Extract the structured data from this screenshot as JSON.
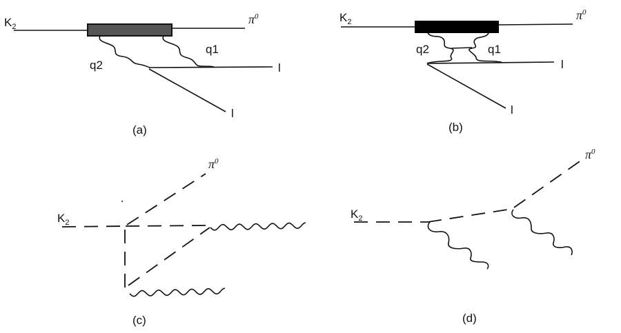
{
  "figure": {
    "panels": [
      {
        "id": "a",
        "caption": "(a)",
        "incoming": "K",
        "incoming_sub": "2",
        "outgoing": "π",
        "outgoing_sup": "0",
        "photon_labels": [
          "q1",
          "q2"
        ],
        "lepton_labels": [
          "l",
          "l"
        ],
        "blob_color": "#555555"
      },
      {
        "id": "b",
        "caption": "(b)",
        "incoming": "K",
        "incoming_sub": "2",
        "outgoing": "π",
        "outgoing_sup": "0",
        "photon_labels": [
          "q1",
          "q2"
        ],
        "lepton_labels": [
          "l",
          "l"
        ],
        "blob_color": "#000000"
      },
      {
        "id": "c",
        "caption": "(c)",
        "incoming": "K",
        "incoming_sub": "2",
        "outgoing": "π",
        "outgoing_sup": "0"
      },
      {
        "id": "d",
        "caption": "(d)",
        "incoming": "K",
        "incoming_sub": "2",
        "outgoing": "π",
        "outgoing_sup": "0"
      }
    ]
  }
}
